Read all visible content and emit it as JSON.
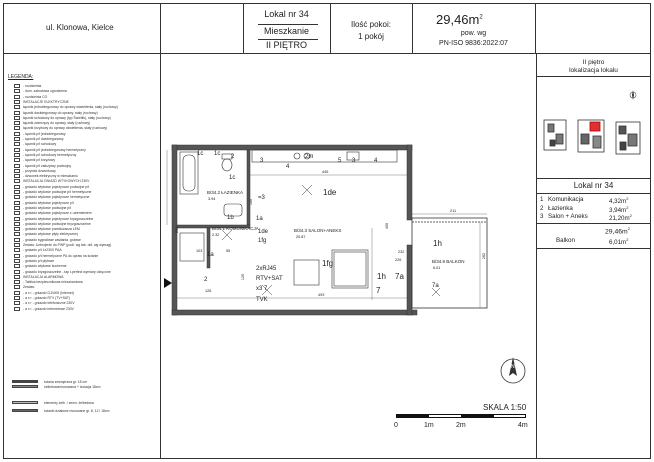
{
  "header": {
    "address": "ul. Klonowa, Kielce",
    "unit": "Lokal nr 34",
    "type": "Mieszkanie",
    "floor": "II PIĘTRO",
    "rooms_label": "Ilość pokoi:",
    "rooms_value": "1 pokój",
    "area": "29,46m",
    "area_sup": "2",
    "area_basis": "pow. wg",
    "standard": "PN-ISO 9836:2022:07"
  },
  "location": {
    "title_line1": "II piętro",
    "title_line2": "lokalizacja lokalu"
  },
  "legend": {
    "title": "LEGENDA:",
    "items": [
      "- rozdzielnia",
      "- dom. zabudowa ogrodzenia",
      "- rozdzielnia CO",
      "INSTALACJE ELEKTRYCZNE",
      "łącznik jednobiegunowy do oprawy oświetlenia, stały (ruchowy)",
      "łącznik dwubiegunowy do oprawy, stały (ruchowy)",
      "łącznik schodowy do oprawy (typ Świetlik), stały (ruchowy)",
      "łącznik zwierzęcy do oprawy, stały (ruchowy)",
      "łącznik krzyżowy do oprawy oświetlenia, stały (ruchowy)",
      "- łącznik p/t jednobiegunowy",
      "- łącznik p/t dwubiegunowy",
      "- łącznik p/t schodowy",
      "- łącznik p/t jednobiegunowy hermetyczny",
      "- łącznik p/t schodowy hermetyczny",
      "- łącznik p/t krzyżowy",
      "- łącznik p/t żaluzjowy podwójny",
      "- przycisk dzwonkowy",
      "- dzwonek elektryczny w mieszkaniu",
      "INSTALACJA GNIAZD WTYKOWYCH 230V",
      "- gniazdo wtykowe pojedyncze podwójne p/t",
      "- gniazdo wtykowe podwójne p/t hermetyczne",
      "- gniazdo wtykowe pojedyncze hermetyczne",
      "- gniazdo wtykowe pojedyncze p/t",
      "- gniazdo wtykowe podwójne p/t",
      "- gniazdo wtykowe pojedyncze z uziemieniem",
      "- gniazdo wtykowe pojedyncze bryzgoszczelne",
      "- gniazdo wtykowe podwójne bryzgoszczelne",
      "- gniazdo wtykowe przedłużacza LEM",
      "- gniazdo wtykowe płyty elektrycznej",
      "- gniazdo sygnałowe zasilania, gotowe",
      "Zestaw: Uzbrojenie do PWP (podl. wg tab. obl. wg wymag)",
      "- gniazdo p/t 1x230V PAA",
      "- gniazdo p/t hermetyczne PA do opraw na ścianie",
      "- gniazdo p/t płytowe",
      "- gniazdo wtykowe kuchenne",
      "- gniazdo bryzgoszczelne - tap t-perfect wymiary okręcone",
      "INSTALACJA ALARMOWA",
      "- Tablica bezpiecznikowa mieszkaniowa",
      "Zestaw:",
      "- a x r - gniazdo DJ/UK5 (Internet)",
      "- a x r - gniazdo RTV (TV+SAT)",
      "- a x r - gniazdo telefoniczne 230V",
      "- a x r - gniazdo internetowe 230V"
    ],
    "walls": [
      "ściana zewnętrzna gr. 18 cm",
      "żelbetowa/murowana + izolacja 18cm",
      "elementy żelb. / zewn. żelbetowa",
      "ścianki działowe murowane gr. 8, 12 i 18cm"
    ]
  },
  "plan": {
    "room_labels": [
      {
        "id": "B/34.2",
        "name": "ŁAZIENKA",
        "area": "3.94"
      },
      {
        "id": "B/34.1",
        "name": "KOMUNIKACJA",
        "area": "2.32"
      },
      {
        "id": "B/34.3",
        "name": "SALON+ANEKS",
        "area": "20.87"
      },
      {
        "id": "B/34.8",
        "name": "BALKON",
        "area": "6.01"
      }
    ],
    "dims": [
      "445",
      "493",
      "211",
      "262",
      "126",
      "290",
      "232",
      "226",
      "400",
      "120",
      "100",
      "103",
      "55"
    ],
    "tags": [
      "1c",
      "1c",
      "1c",
      "1b",
      "1a",
      "1de",
      "1fg",
      "1de",
      "1fg",
      "1h",
      "1h",
      "7a",
      "7a",
      "7",
      "1a",
      "2",
      "2",
      "3",
      "3",
      "4",
      "4",
      "5",
      "2m",
      "=3",
      "2xRJ45",
      "RTV+SAT",
      "x3 7",
      "TVK"
    ]
  },
  "table": {
    "title": "Lokal nr 34",
    "rows": [
      {
        "no": "1",
        "name": "Komunikacja",
        "area": "4,32m",
        "sup": "2"
      },
      {
        "no": "2",
        "name": "Łazienka",
        "area": "3,94m",
        "sup": "2"
      },
      {
        "no": "3",
        "name": "Salon + Aneks",
        "area": "21,20m",
        "sup": "2"
      }
    ],
    "total": "29,46m",
    "total_sup": "2",
    "balcony_label": "Balkon",
    "balcony_area": "6,01m",
    "balcony_sup": "2"
  },
  "scale": {
    "label": "SKALA 1:50",
    "ticks": [
      "0",
      "1m",
      "2m",
      "4m"
    ],
    "north": "N"
  }
}
